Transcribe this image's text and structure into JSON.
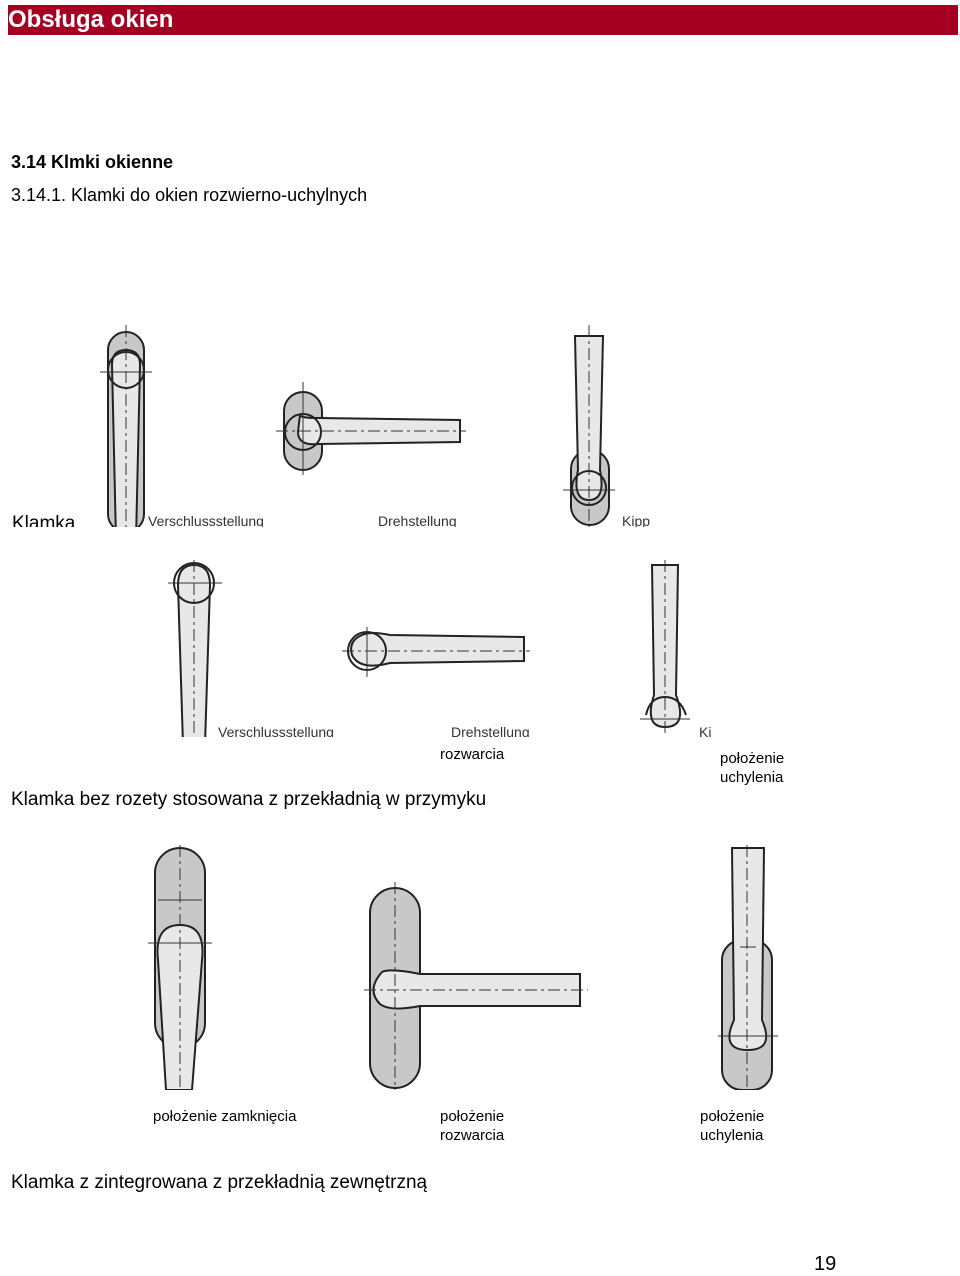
{
  "header": {
    "title": "Obsługa okien",
    "bar_color": "#a50021"
  },
  "section": {
    "title": "3.14 Klmki okienne",
    "subtitle": "3.14.1. Klamki do okien rozwierno-uchylnych"
  },
  "figure1": {
    "cut_text": "Klamka",
    "labels": [
      "Verschlussstellung",
      "Drehstellung",
      "Kipp"
    ]
  },
  "figure2": {
    "labels": [
      "Verschlussstellung",
      "Drehstellung",
      "Ki"
    ],
    "caption_open": "rozwarcia",
    "caption_tilt": "położenie\nuchylenia",
    "description": "Klamka bez rozety stosowana z przekładnią w przymyku"
  },
  "figure3": {
    "caption_closed": "położenie zamknięcia",
    "caption_open": "położenie\nrozwarcia",
    "caption_tilt": "położenie\nuchylenia",
    "description": "Klamka z zintegrowana z przekładnią zewnętrzną"
  },
  "footer": {
    "page_number": "19"
  }
}
